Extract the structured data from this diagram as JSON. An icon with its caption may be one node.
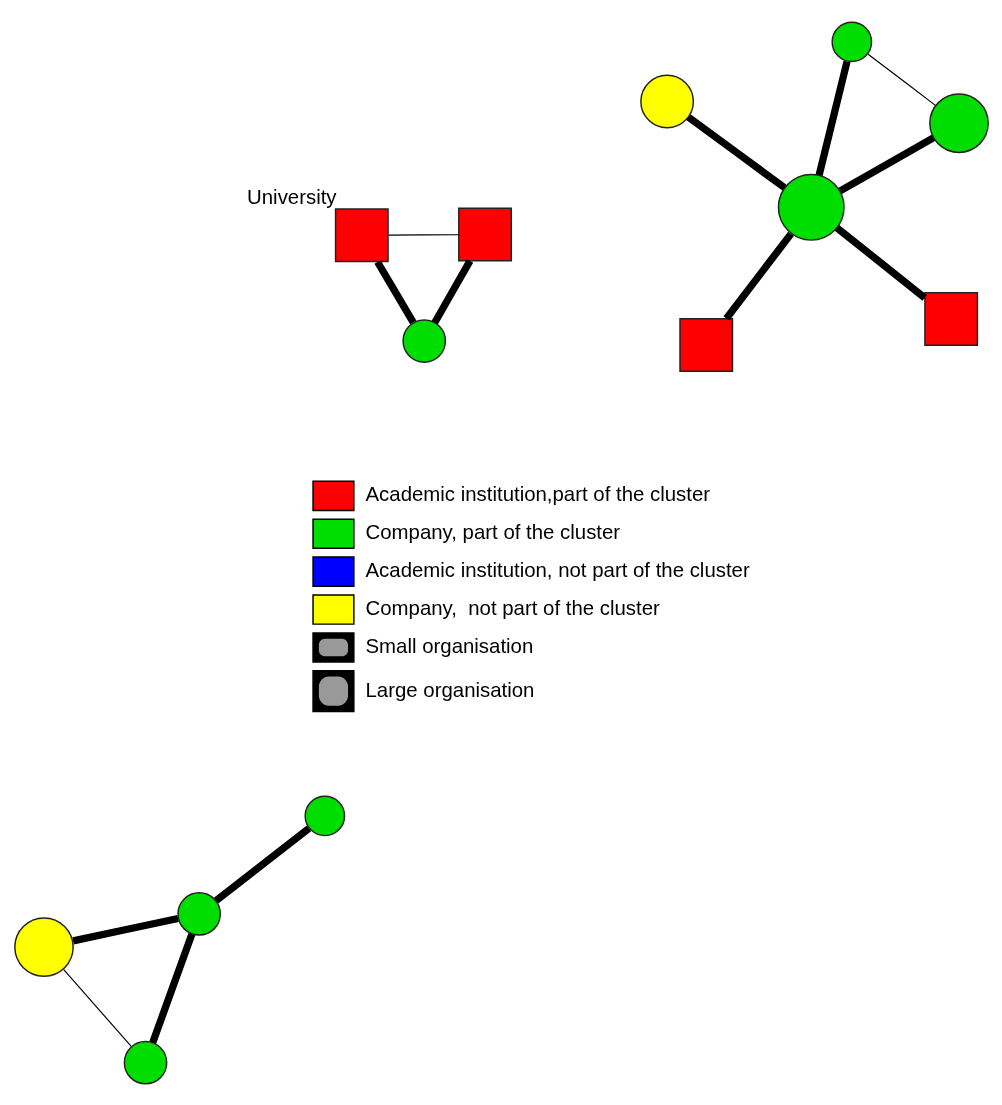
{
  "diagram": {
    "nodes": [
      {
        "text": [],
        "shape": "circle"
      },
      {
        "text": [],
        "shape": "box",
        "beside": [
          "University"
        ]
      },
      {
        "text": [],
        "shape": "circle"
      },
      {
        "text": [],
        "shape": "box"
      },
      {
        "text": [],
        "shape": "circle"
      },
      {
        "text": [],
        "shape": "circle"
      },
      {
        "text": [],
        "shape": "circle"
      },
      {
        "text": [],
        "shape": "circle"
      },
      {
        "text": [],
        "shape": "circle"
      },
      {
        "text": [],
        "shape": "circle"
      },
      {
        "text": [],
        "shape": "box"
      },
      {
        "text": [],
        "shape": "box"
      },
      {
        "text": [],
        "shape": "circle"
      }
    ],
    "edges": [
      {
        "from": 0,
        "to": 4,
        "arrow": "none"
      },
      {
        "from": 0,
        "to": 8,
        "arrow": "none"
      },
      {
        "from": 4,
        "to": 8,
        "arrow": "none"
      },
      {
        "from": 8,
        "to": 12,
        "arrow": "none"
      },
      {
        "from": 1,
        "to": 3,
        "arrow": "none"
      },
      {
        "from": 1,
        "to": 7,
        "arrow": "none"
      },
      {
        "from": 7,
        "to": 3,
        "arrow": "none"
      },
      {
        "from": 2,
        "to": 6,
        "arrow": "none"
      },
      {
        "from": 2,
        "to": 9,
        "arrow": "none"
      },
      {
        "from": 6,
        "to": 9,
        "arrow": "none"
      },
      {
        "from": 5,
        "to": 9,
        "arrow": "none"
      },
      {
        "from": 9,
        "to": 10,
        "arrow": "none"
      },
      {
        "from": 9,
        "to": 11,
        "arrow": "none"
      }
    ],
    "legend": [
      {
        "text": "Academic institution,part of the cluster",
        "color": "#ff0000"
      },
      {
        "text": "Company, part of the cluster",
        "color": "#00dd00"
      },
      {
        "text": "Academic institution, not part of the cluster",
        "color": "#0000ff"
      },
      {
        "text": "Company,  not part of the cluster",
        "color": "#ffff00"
      },
      {
        "text": "Small organisation"
      },
      {
        "text": "Large organisation"
      }
    ]
  }
}
